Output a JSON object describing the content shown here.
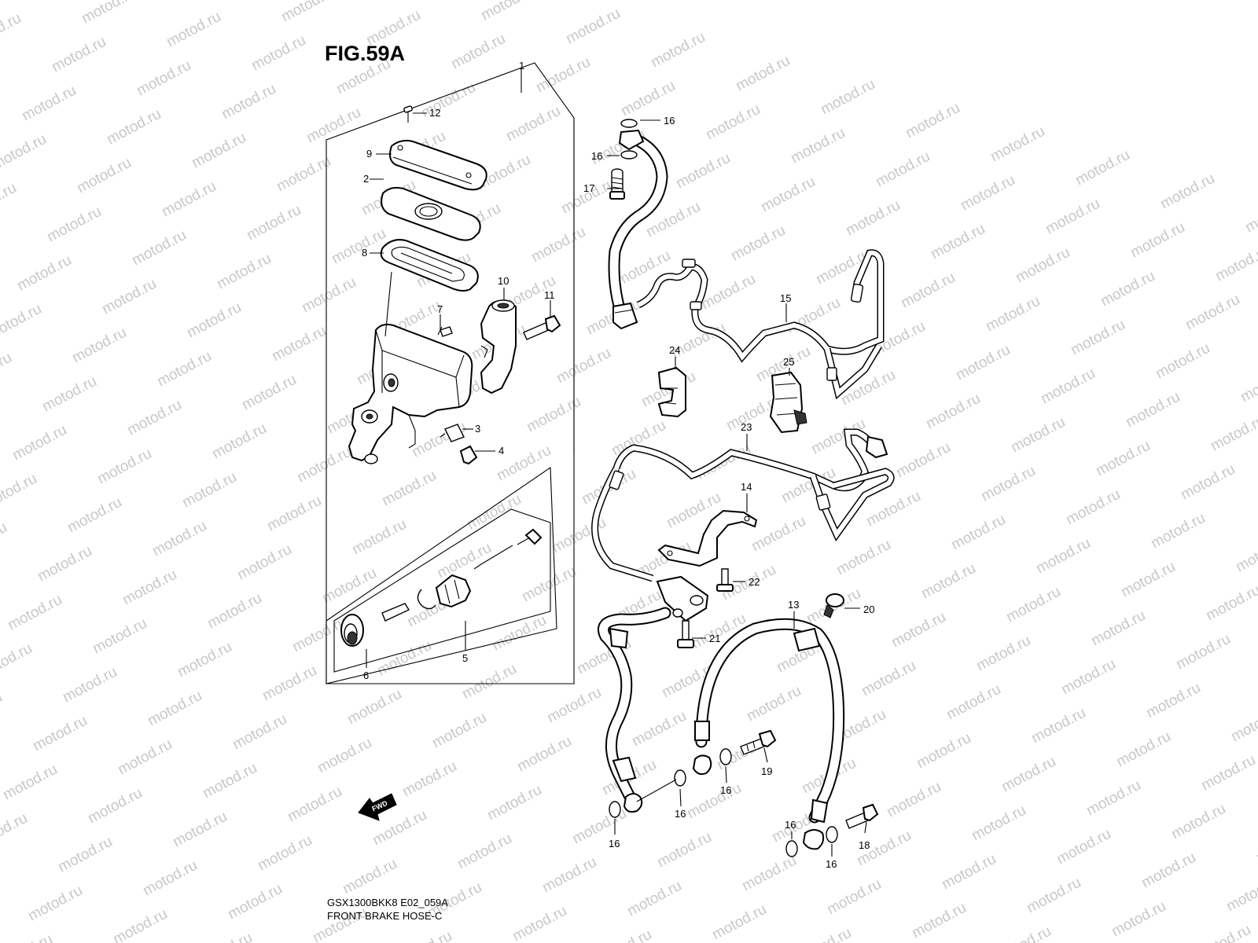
{
  "figure": {
    "title": "FIG.59A",
    "model_code": "GSX1300BKK8 E02_059A",
    "caption": "FRONT BRAKE HOSE-C",
    "watermark": "motod.ru",
    "fwd_label": "FWD"
  },
  "callouts": [
    {
      "id": "c1",
      "label": "1"
    },
    {
      "id": "c2",
      "label": "2"
    },
    {
      "id": "c3",
      "label": "3"
    },
    {
      "id": "c4",
      "label": "4"
    },
    {
      "id": "c5",
      "label": "5"
    },
    {
      "id": "c6",
      "label": "6"
    },
    {
      "id": "c7",
      "label": "7"
    },
    {
      "id": "c8",
      "label": "8"
    },
    {
      "id": "c9",
      "label": "9"
    },
    {
      "id": "c10",
      "label": "10"
    },
    {
      "id": "c11",
      "label": "11"
    },
    {
      "id": "c12",
      "label": "12"
    },
    {
      "id": "c13",
      "label": "13"
    },
    {
      "id": "c14",
      "label": "14"
    },
    {
      "id": "c15",
      "label": "15"
    },
    {
      "id": "c16a",
      "label": "16"
    },
    {
      "id": "c16b",
      "label": "16"
    },
    {
      "id": "c16c",
      "label": "16"
    },
    {
      "id": "c16d",
      "label": "16"
    },
    {
      "id": "c16e",
      "label": "16"
    },
    {
      "id": "c16f",
      "label": "16"
    },
    {
      "id": "c16g",
      "label": "16"
    },
    {
      "id": "c17",
      "label": "17"
    },
    {
      "id": "c18",
      "label": "18"
    },
    {
      "id": "c19",
      "label": "19"
    },
    {
      "id": "c20",
      "label": "20"
    },
    {
      "id": "c21",
      "label": "21"
    },
    {
      "id": "c22",
      "label": "22"
    },
    {
      "id": "c23",
      "label": "23"
    },
    {
      "id": "c24",
      "label": "24"
    },
    {
      "id": "c25",
      "label": "25"
    }
  ]
}
